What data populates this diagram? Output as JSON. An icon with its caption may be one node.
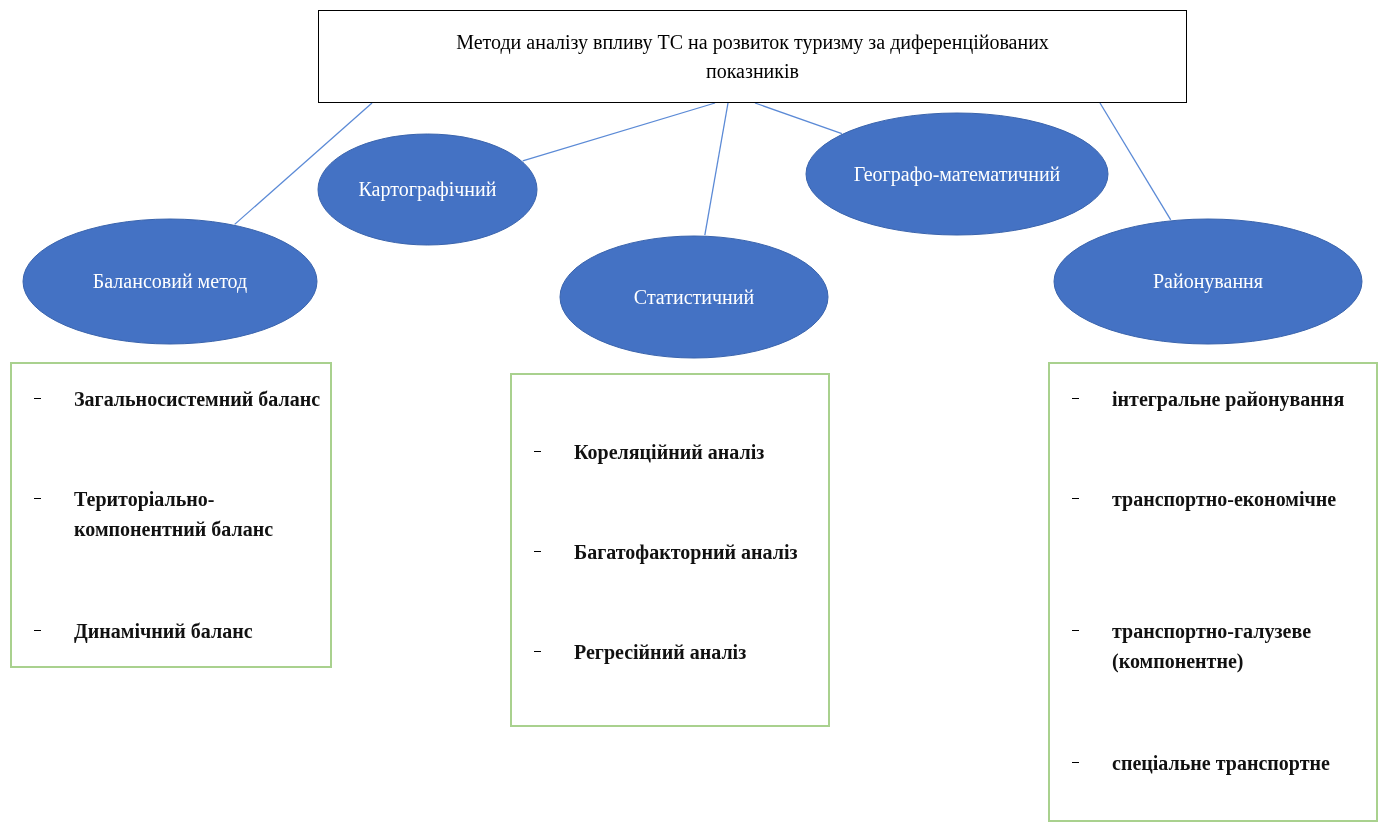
{
  "diagram": {
    "nodes": [
      {
        "text": [
          "Методи аналізу впливу ТС на розвиток туризму за диференційованих показників"
        ]
      },
      {
        "text": [
          "Балансовий метод"
        ]
      },
      {
        "text": [
          "Картографічний"
        ]
      },
      {
        "text": [
          "Статистичний"
        ]
      },
      {
        "text": [
          "Географо-математичний"
        ]
      },
      {
        "text": [
          "Районування"
        ]
      },
      {
        "text": [
          "Загальносистемний баланс",
          "Територіально-компонентний баланс",
          "Динамічний баланс"
        ]
      },
      {
        "text": [
          "Кореляційний аналіз",
          "Багатофакторний аналіз",
          "Регресійний аналіз"
        ]
      },
      {
        "text": [
          "інтегральне районування",
          "транспортно-економічне",
          "транспортно-галузеве (компонентне)",
          "спеціальне транспортне"
        ]
      }
    ],
    "edges": [
      {
        "from": 0,
        "to": 1,
        "arrow": "none"
      },
      {
        "from": 0,
        "to": 2,
        "arrow": "none"
      },
      {
        "from": 0,
        "to": 3,
        "arrow": "none"
      },
      {
        "from": 0,
        "to": 4,
        "arrow": "none"
      },
      {
        "from": 0,
        "to": 5,
        "arrow": "none"
      }
    ]
  }
}
